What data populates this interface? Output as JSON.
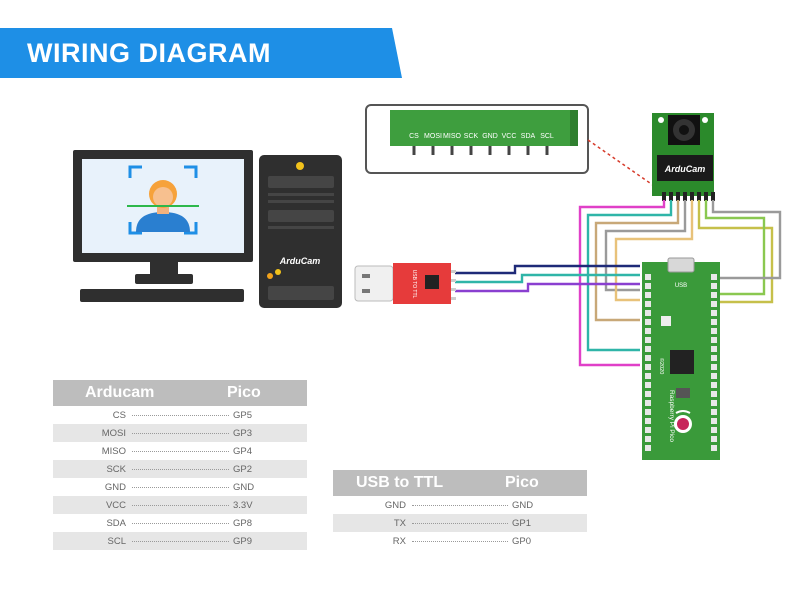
{
  "banner": {
    "title": "WIRING DIAGRAM",
    "color": "#1e8fe6"
  },
  "devices": {
    "pc_logo": "ArduCam",
    "camera_logo": "ArduCam",
    "usb_ttl_label": "USB TO TTL",
    "pico_usb_label": "USB",
    "pico_board_text": "Raspberry Pi Pico",
    "pico_year": "©2020"
  },
  "connector_pins": [
    "CS",
    "MOSI",
    "MISO",
    "SCK",
    "GND",
    "VCC",
    "SDA",
    "SCL"
  ],
  "arducam_table": {
    "header_left": "Arducam",
    "header_right": "Pico",
    "rows": [
      {
        "left": "CS",
        "right": "GP5"
      },
      {
        "left": "MOSI",
        "right": "GP3"
      },
      {
        "left": "MISO",
        "right": "GP4"
      },
      {
        "left": "SCK",
        "right": "GP2"
      },
      {
        "left": "GND",
        "right": "GND"
      },
      {
        "left": "VCC",
        "right": "3.3V"
      },
      {
        "left": "SDA",
        "right": "GP8"
      },
      {
        "left": "SCL",
        "right": "GP9"
      }
    ]
  },
  "ttl_table": {
    "header_left": "USB to TTL",
    "header_right": "Pico",
    "rows": [
      {
        "left": "GND",
        "right": "GND"
      },
      {
        "left": "TX",
        "right": "GP1"
      },
      {
        "left": "RX",
        "right": "GP0"
      }
    ]
  },
  "colors": {
    "board_green": "#3a9a3a",
    "connector_green": "#3e9e3e",
    "ttl_red": "#e63b3b",
    "pc_dark": "#2f2f2f",
    "screen_light": "#e8f2fb",
    "wire_pink": "#e040c8",
    "wire_violet": "#8a3fd0",
    "wire_navy": "#1e2a78",
    "wire_teal": "#2fb5a8",
    "wire_tan": "#c8a878",
    "wire_grey": "#9a9a9a",
    "wire_olive": "#c6c04a",
    "wire_lime": "#8ac850"
  }
}
